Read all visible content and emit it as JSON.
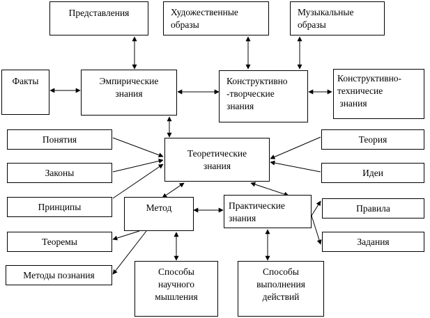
{
  "nodes": {
    "predstavleniya": "Представления",
    "khudozhestvennye": "Художественные\nобразы",
    "muzykalnye": "Музыкальные\nобразы",
    "fakty": "Факты",
    "empiricheskie": "Эмпирические\nзнания",
    "konstruktivno_tvorcheskie": "Конструктивно\n-творческие\nзнания",
    "konstruktivno_tekhnicheskie": "Конструктивно-\nтехничесие\n знания",
    "ponyatiya": "Понятия",
    "teoreticheskie": "Теоретические\nзнания",
    "teoriya": "Теория",
    "zakony": "Законы",
    "idei": "Идеи",
    "printsipy": "Принципы",
    "metod": "Метод",
    "prakticheskie": "Практические\nзнания",
    "pravila": "Правила",
    "teoremy": "Теоремы",
    "zadaniya": "Задания",
    "metody_poznaniya": "Методы познания",
    "sposoby_myshleniya": "Способы\nнаучного\nмышления",
    "sposoby_deystviy": "Способы\nвыполнения\nдействий"
  }
}
